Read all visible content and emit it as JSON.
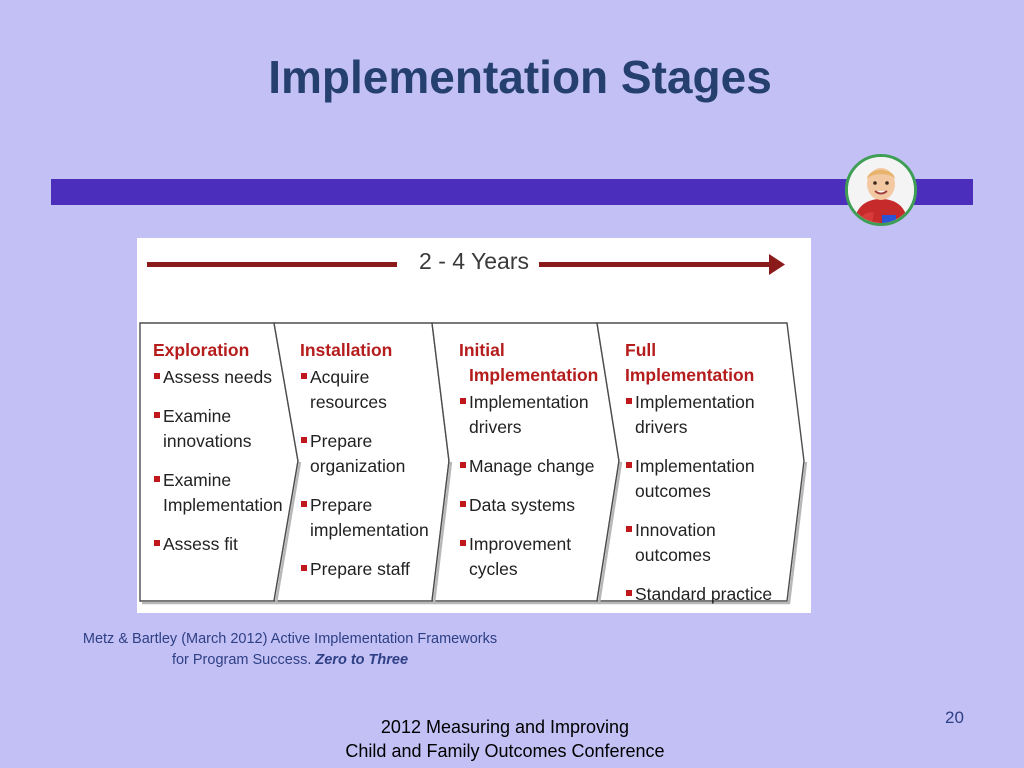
{
  "slide": {
    "title": "Implementation Stages",
    "page_number": "20"
  },
  "diagram": {
    "timeline_label": "2 - 4 Years",
    "stages": [
      {
        "title": "Exploration",
        "items": [
          "Assess needs",
          "Examine innovations",
          "Examine Implementation",
          "Assess fit"
        ]
      },
      {
        "title": "Installation",
        "items": [
          "Acquire resources",
          "Prepare organization",
          "Prepare implementation",
          "Prepare staff"
        ]
      },
      {
        "title_line1": "Initial",
        "title_line2": "Implementation",
        "items": [
          "Implementation drivers",
          "Manage change",
          "Data systems",
          "Improvement cycles"
        ]
      },
      {
        "title": "Full Implementation",
        "items": [
          "Implementation drivers",
          "Implementation outcomes",
          "Innovation outcomes",
          "Standard practice"
        ]
      }
    ],
    "colors": {
      "accent_red": "#8b1a1a",
      "title_red": "#b51c1c"
    }
  },
  "citation": {
    "line1": "Metz & Bartley (March 2012) Active Implementation Frameworks",
    "line2": "for Program Success.",
    "emphasis": "Zero to Three"
  },
  "footer": {
    "line1": "2012 Measuring and Improving",
    "line2": "Child and Family Outcomes Conference"
  },
  "theme": {
    "background": "#c2c0f4",
    "bar": "#4b2ebc",
    "title_color": "#253f6e"
  }
}
